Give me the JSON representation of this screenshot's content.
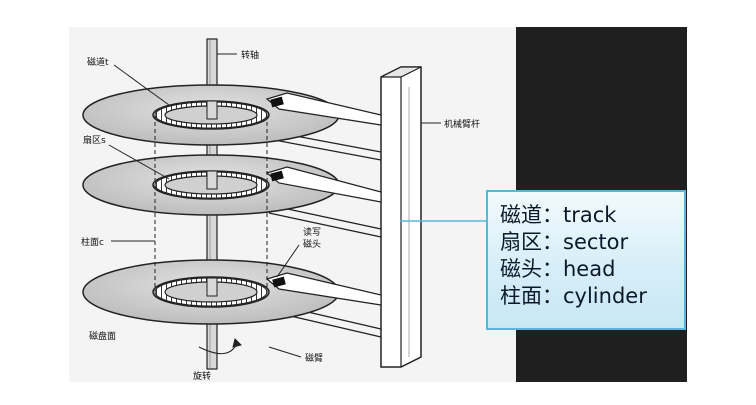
{
  "diagram": {
    "labels": {
      "track": "磁道t",
      "sector": "扇区s",
      "cylinder": "柱面c",
      "platter": "磁盘面",
      "spindle": "转轴",
      "arm_rod": "机械臂杆",
      "rw_head_line1": "读写",
      "rw_head_line2": "磁头",
      "arm": "磁臂",
      "rotation": "旋转"
    }
  },
  "legend": {
    "items": [
      "磁道：track",
      "扇区：sector",
      "磁头：head",
      "柱面：cylinder"
    ]
  }
}
